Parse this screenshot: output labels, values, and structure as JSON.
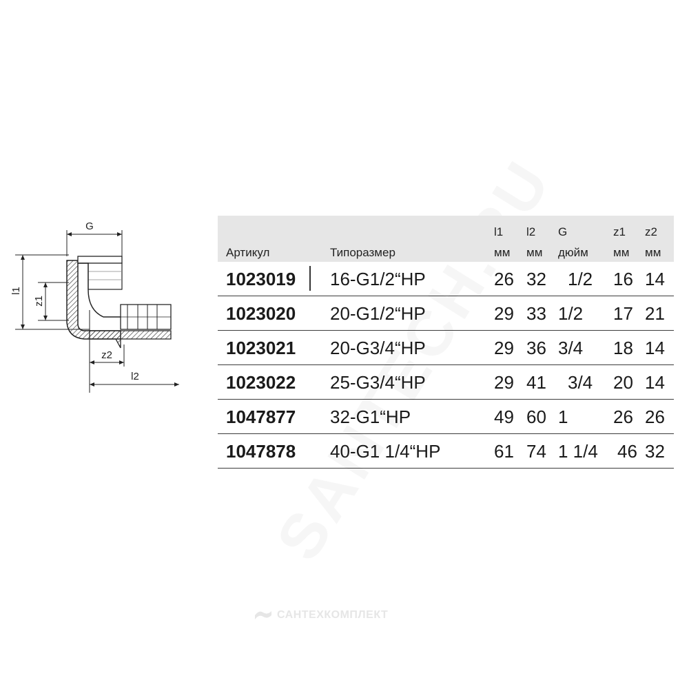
{
  "table": {
    "headers": {
      "article": "Артикул",
      "size": "Типоразмер",
      "l1_a": "l1",
      "l1_b": "мм",
      "l2_a": "l2",
      "l2_b": "мм",
      "g_a": "G",
      "g_b": "дюйм",
      "z1_a": "z1",
      "z1_b": "мм",
      "z2_a": "z2",
      "z2_b": "мм"
    },
    "rows": [
      {
        "article": "1023019",
        "size": "16-G1/2“HP",
        "l1": "26",
        "l2": "32",
        "g": "1/2",
        "z1": "16",
        "z2": "14"
      },
      {
        "article": "1023020",
        "size": "20-G1/2“HP",
        "l1": "29",
        "l2": "33",
        "g": "1/2",
        "z1": "17",
        "z2": "21"
      },
      {
        "article": "1023021",
        "size": "20-G3/4“HP",
        "l1": "29",
        "l2": "36",
        "g": "3/4",
        "z1": "18",
        "z2": "14"
      },
      {
        "article": "1023022",
        "size": "25-G3/4“HP",
        "l1": "29",
        "l2": "41",
        "g": "3/4",
        "z1": "20",
        "z2": "14"
      },
      {
        "article": "1047877",
        "size": "32-G1“HP",
        "l1": "49",
        "l2": "60",
        "g": "1",
        "z1": "26",
        "z2": "26"
      },
      {
        "article": "1047878",
        "size": "40-G1 1/4“HP",
        "l1": "61",
        "l2": "74",
        "g": "1 1/4",
        "z1": "46",
        "z2": "32"
      }
    ]
  },
  "diagram": {
    "label_g": "G",
    "label_l1": "l1",
    "label_z1": "z1",
    "label_z2": "z2",
    "label_l2": "l2"
  },
  "watermark": {
    "diagonal": "SANTECH.RU",
    "bottom": "САНТЕХКОМПЛЕКТ"
  }
}
